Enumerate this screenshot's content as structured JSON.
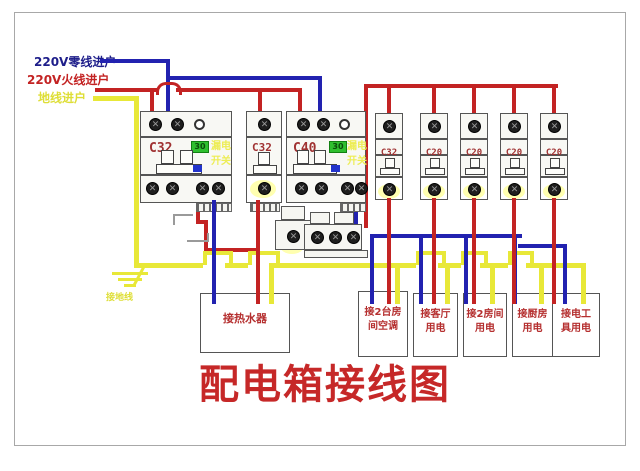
{
  "title": "配电箱接线图",
  "inputs": {
    "neutral_label": "220V零线进户",
    "live_label": "220V火线进户",
    "ground_label": "地线进户"
  },
  "ground": {
    "symbol_label": "接地线"
  },
  "breakers": {
    "main": {
      "rating": "C32",
      "badge": "30",
      "note1": "漏电",
      "note2": "开关"
    },
    "sub": {
      "rating": "C32"
    },
    "second": {
      "rating": "C40",
      "badge": "30",
      "note1": "漏电",
      "note2": "开关"
    },
    "branch": [
      {
        "rating": "C32"
      },
      {
        "rating": "C20"
      },
      {
        "rating": "C20"
      },
      {
        "rating": "C20"
      },
      {
        "rating": "C20"
      }
    ]
  },
  "outputs": [
    {
      "line1": "接热水器",
      "line2": ""
    },
    {
      "line1": "接2台房",
      "line2": "间空调"
    },
    {
      "line1": "接客厅",
      "line2": "用电"
    },
    {
      "line1": "接2房间",
      "line2": "用电"
    },
    {
      "line1": "接厨房",
      "line2": "用电"
    },
    {
      "line1": "接电工",
      "line2": "具用电"
    }
  ],
  "colors": {
    "live": "#c32323",
    "neutral": "#2222b0",
    "ground": "#e8e838",
    "title": "#c62828",
    "labelred": "#b52f2f",
    "badge": "#2fbf2f"
  }
}
